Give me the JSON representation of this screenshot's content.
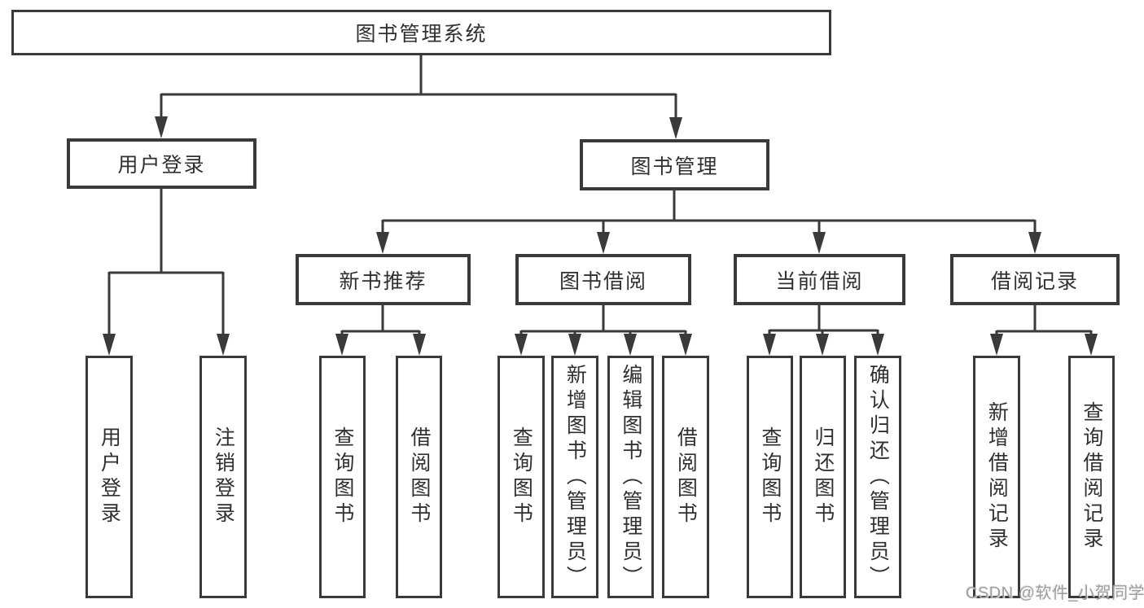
{
  "watermark": "CSDN @软件_小贺同学",
  "colors": {
    "line": "#3a3a3a",
    "text": "#303030",
    "background": "#ffffff",
    "watermark_text": "#9e9e9e"
  },
  "tree": {
    "label": "图书管理系统",
    "children": [
      {
        "label": "用户登录",
        "children": [
          {
            "label": "用户登录"
          },
          {
            "label": "注销登录"
          }
        ]
      },
      {
        "label": "图书管理",
        "children": [
          {
            "label": "新书推荐",
            "children": [
              {
                "label": "查询图书"
              },
              {
                "label": "借阅图书"
              }
            ]
          },
          {
            "label": "图书借阅",
            "children": [
              {
                "label": "查询图书"
              },
              {
                "label": "新增图书（管理员）"
              },
              {
                "label": "编辑图书（管理员）"
              },
              {
                "label": "借阅图书"
              }
            ]
          },
          {
            "label": "当前借阅",
            "children": [
              {
                "label": "查询图书"
              },
              {
                "label": "归还图书"
              },
              {
                "label": "确认归还（管理员）"
              }
            ]
          },
          {
            "label": "借阅记录",
            "children": [
              {
                "label": "新增借阅记录"
              },
              {
                "label": "查询借阅记录"
              }
            ]
          }
        ]
      }
    ]
  }
}
